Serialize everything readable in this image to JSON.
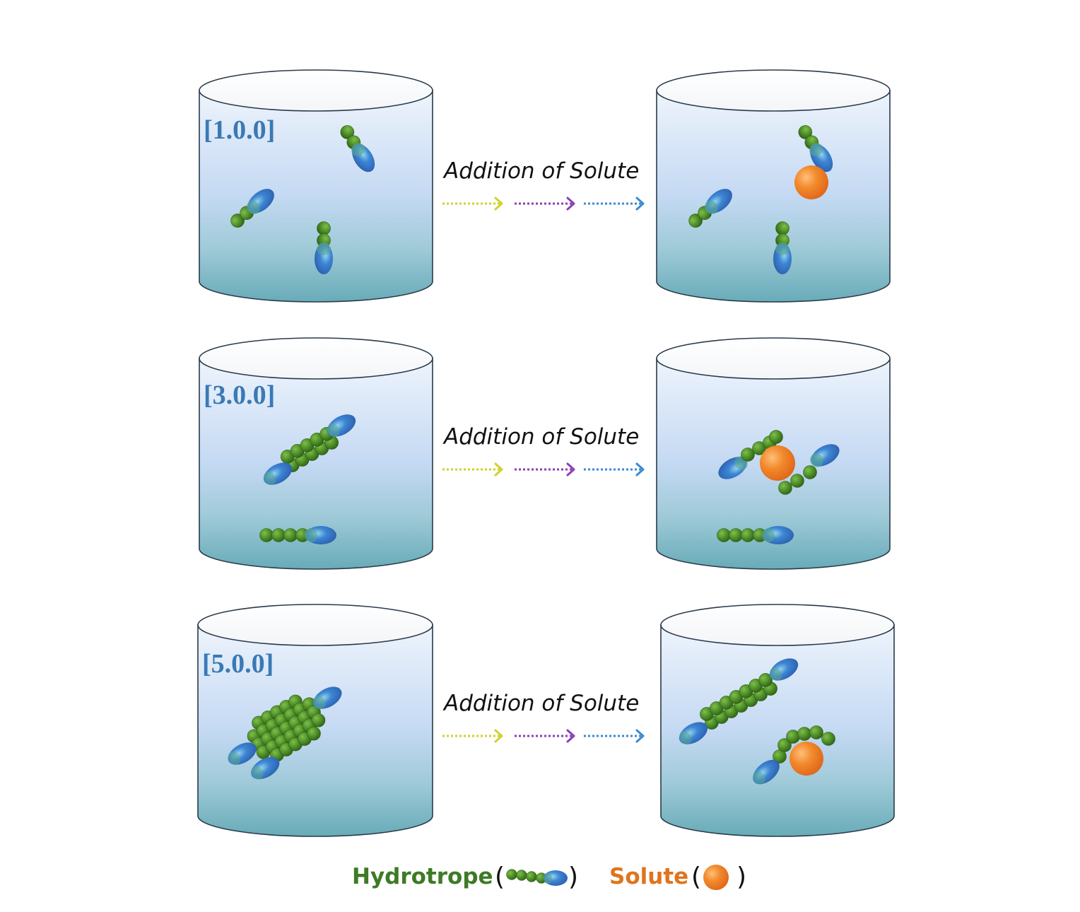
{
  "rows": [
    {
      "concentration": "[1.0.0]",
      "step": "Addition of Solute"
    },
    {
      "concentration": "[3.0.0]",
      "step": "Addition of Solute"
    },
    {
      "concentration": "[5.0.0]",
      "step": "Addition of Solute"
    }
  ],
  "legend": {
    "hydrotrope": "Hydrotrope",
    "solute": "Solute",
    "open_paren": "(",
    "close_paren": ")"
  },
  "colors": {
    "liquid_top": "#e9f1fb",
    "liquid_mid": "#c4d9f3",
    "liquid_bottom": "#6fb0bd",
    "tail_green": "#4c8a26",
    "head_blue": "#3d86d4",
    "head_teal": "#7cc8c0",
    "solute_orange": "#ef7b22",
    "arrow_yellow": "#cfd22a",
    "arrow_purple": "#8a3fb5",
    "arrow_blue": "#3a8ad0",
    "label_blue": "#3a79b5",
    "hydrotrope_text": "#3e7a26",
    "solute_text": "#e0741c"
  },
  "icons": [
    "hydrotrope-molecule-icon",
    "solute-sphere-icon",
    "dotted-arrow-icon"
  ]
}
